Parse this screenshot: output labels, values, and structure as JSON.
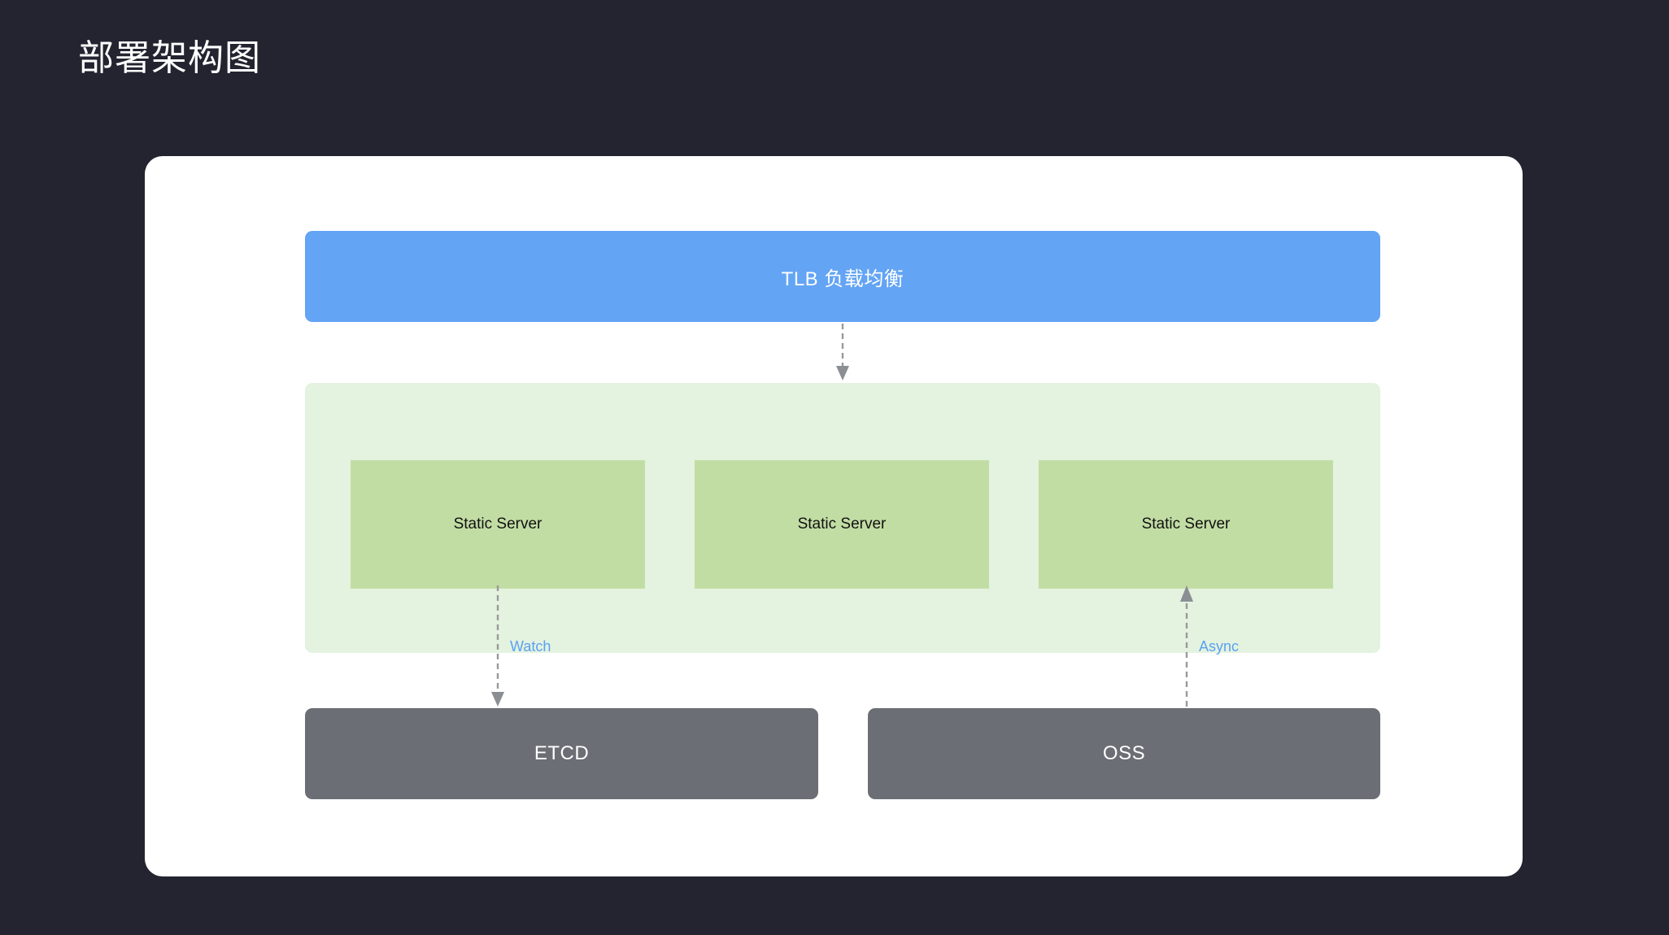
{
  "page": {
    "title": "部署架构图",
    "background_color": "#232430",
    "card_color": "#ffffff"
  },
  "diagram": {
    "type": "deployment-architecture",
    "nodes": [
      {
        "id": "load-balancer",
        "label": "TLB 负载均衡",
        "kind": "load-balancer",
        "color": "#63a4f4",
        "text_color": "#ffffff"
      },
      {
        "id": "server-cluster",
        "label": "",
        "kind": "group",
        "color": "#e4f2e0"
      },
      {
        "id": "static-server-1",
        "label": "Static Server",
        "kind": "server",
        "color": "#c2dda4",
        "text_color": "#111111"
      },
      {
        "id": "static-server-2",
        "label": "Static Server",
        "kind": "server",
        "color": "#c2dda4",
        "text_color": "#111111"
      },
      {
        "id": "static-server-3",
        "label": "Static Server",
        "kind": "server",
        "color": "#c2dda4",
        "text_color": "#111111"
      },
      {
        "id": "etcd",
        "label": "ETCD",
        "kind": "storage",
        "color": "#6b6e74",
        "text_color": "#ffffff"
      },
      {
        "id": "oss",
        "label": "OSS",
        "kind": "storage",
        "color": "#6b6e74",
        "text_color": "#ffffff"
      }
    ],
    "edges": [
      {
        "id": "lb-to-cluster",
        "from": "load-balancer",
        "to": "server-cluster",
        "label": "",
        "style": "dashed",
        "direction": "down",
        "color": "#9a9a9a"
      },
      {
        "id": "server1-to-etcd",
        "from": "static-server-1",
        "to": "etcd",
        "label": "Watch",
        "style": "dashed",
        "direction": "down",
        "color": "#9a9a9a",
        "label_color": "#5aa2f0"
      },
      {
        "id": "oss-to-server3",
        "from": "oss",
        "to": "static-server-3",
        "label": "Async",
        "style": "dashed",
        "direction": "up",
        "color": "#9a9a9a",
        "label_color": "#5aa2f0"
      }
    ]
  }
}
